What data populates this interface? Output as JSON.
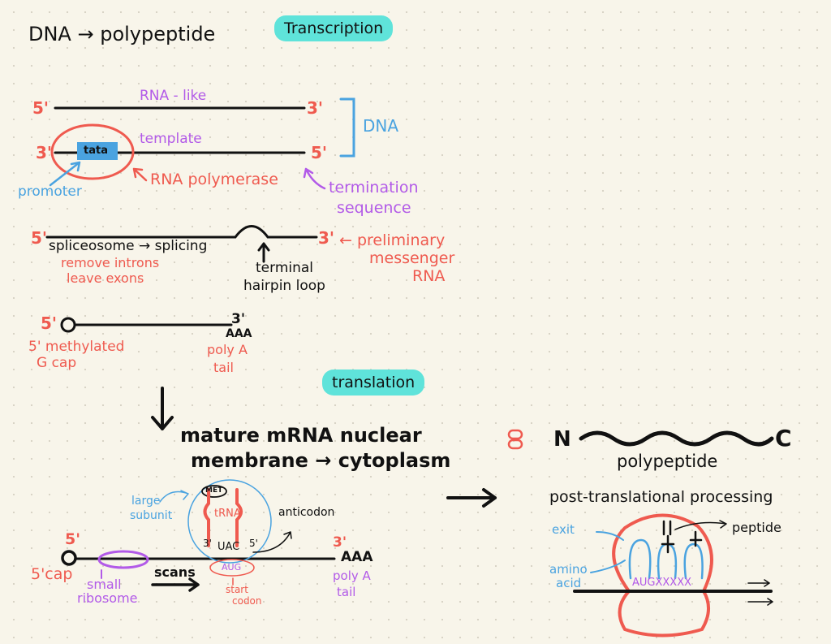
{
  "header": {
    "title": "DNA → polypeptide",
    "transcription_label": "Transcription",
    "translation_label": "translation"
  },
  "colors": {
    "red": "#ef5a4f",
    "purple": "#b25ae8",
    "blue": "#4aa3e0",
    "highlight": "#5fe3da",
    "ink": "#111111"
  },
  "dna": {
    "top_5": "5'",
    "top_3": "3'",
    "coding_label": "RNA - like",
    "bottom_3": "3'",
    "bottom_5": "5'",
    "template_label": "template",
    "dna_label": "DNA",
    "tata_box": "tata",
    "promoter": "promoter",
    "rna_polymerase": "RNA polymerase",
    "termination_1": "termination",
    "termination_2": "sequence"
  },
  "pre_mrna": {
    "five": "5'",
    "three": "3'",
    "spliceosome": "spliceosome → splicing",
    "remove": "remove introns",
    "leave": "leave exons",
    "hairpin_1": "terminal",
    "hairpin_2": "hairpin loop",
    "prelim_1": "← preliminary",
    "prelim_2": "messenger",
    "prelim_3": "RNA"
  },
  "processed": {
    "five": "5'",
    "three": "3'",
    "aaa": "AAA",
    "cap_1": "5' methylated",
    "cap_2": "G cap",
    "tail_1": "poly A",
    "tail_2": "tail"
  },
  "export": {
    "line1": "mature mRNA nuclear",
    "line2": "membrane → cytoplasm"
  },
  "initiation": {
    "five": "5'",
    "cap": "5'cap",
    "small_1": "small",
    "small_2": "ribosome",
    "scans": "scans",
    "large_1": "large",
    "large_2": "subunit",
    "met": "MET",
    "trna": "tRNA",
    "trna_3": "3'",
    "uac": "UAC",
    "trna_5": "5'",
    "anticodon": "anticodon",
    "aug": "AUG",
    "start_1": "start",
    "start_2": "codon",
    "three": "3'",
    "aaa": "AAA",
    "tail_1": "poly A",
    "tail_2": "tail"
  },
  "protein": {
    "n": "N",
    "c": "C",
    "polypeptide": "polypeptide",
    "ptp": "post-translational processing",
    "exit": "exit",
    "amino_1": "amino",
    "amino_2": "acid",
    "peptide": "peptide",
    "sequence": "AUGXXXXX"
  }
}
